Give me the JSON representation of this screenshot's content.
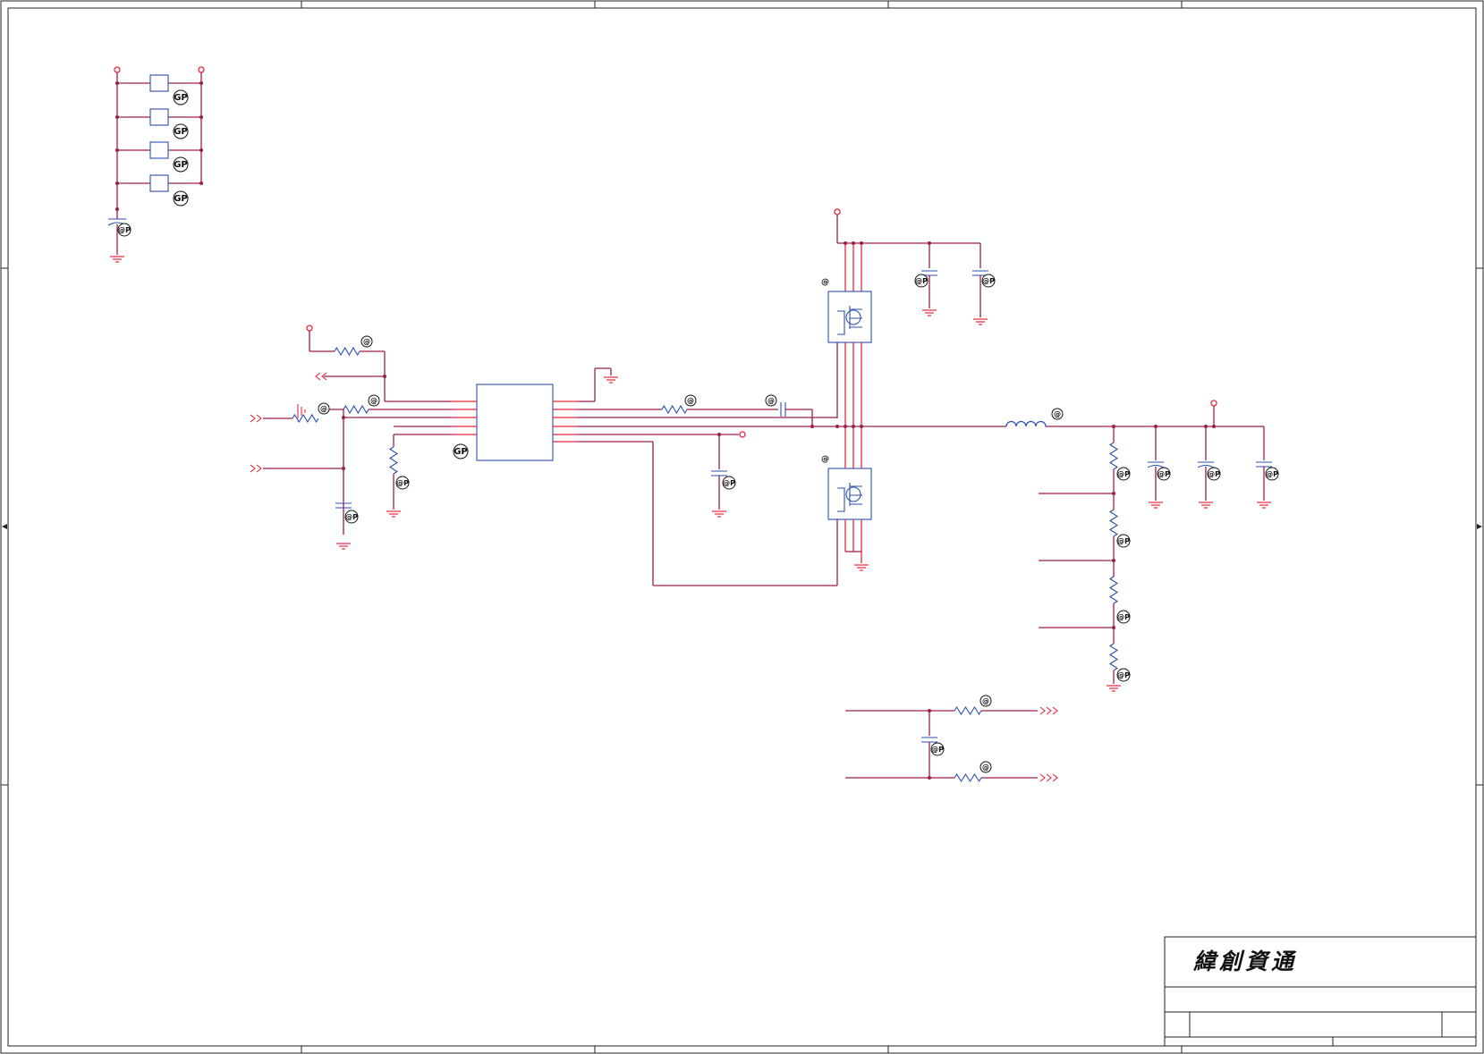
{
  "title_block": {
    "company_logo_text": "緯創資通"
  },
  "badges": {
    "gp": "GP",
    "gp_small": "@P",
    "ref_small": "@"
  },
  "colors": {
    "wire": "#9a1f4a",
    "pin": "#e8283a",
    "component": "#2a4fb0",
    "frame": "#222222"
  },
  "icons": [
    "ground-symbol-icon",
    "power-port-icon",
    "resistor-icon",
    "capacitor-icon",
    "inductor-icon",
    "mosfet-icon",
    "offpage-connector-icon"
  ]
}
